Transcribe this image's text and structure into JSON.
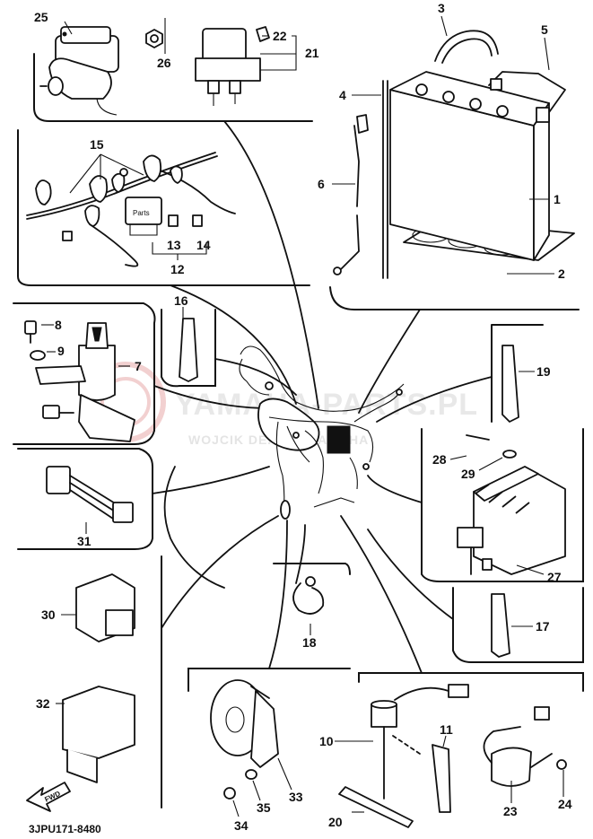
{
  "diagram_code": "3JPU171-8480",
  "direction_mark": "FWD",
  "relay_text": "Parts",
  "watermark": {
    "line1": "YAMAHA-PARTS.PL",
    "line2": "WOJCIK DEALER YAMAHA"
  },
  "callouts": {
    "c1": "1",
    "c2": "2",
    "c3": "3",
    "c4": "4",
    "c5": "5",
    "c6": "6",
    "c7": "7",
    "c8": "8",
    "c9": "9",
    "c10": "10",
    "c11": "11",
    "c12": "12",
    "c13": "13",
    "c14": "14",
    "c15": "15",
    "c16": "16",
    "c17": "17",
    "c18": "18",
    "c19": "19",
    "c20": "20",
    "c21": "21",
    "c22": "22",
    "c23": "23",
    "c24": "24",
    "c25": "25",
    "c26": "26",
    "c27": "27",
    "c28": "28",
    "c29": "29",
    "c30": "30",
    "c31": "31",
    "c32": "32",
    "c33": "33",
    "c34": "34",
    "c35": "35"
  }
}
